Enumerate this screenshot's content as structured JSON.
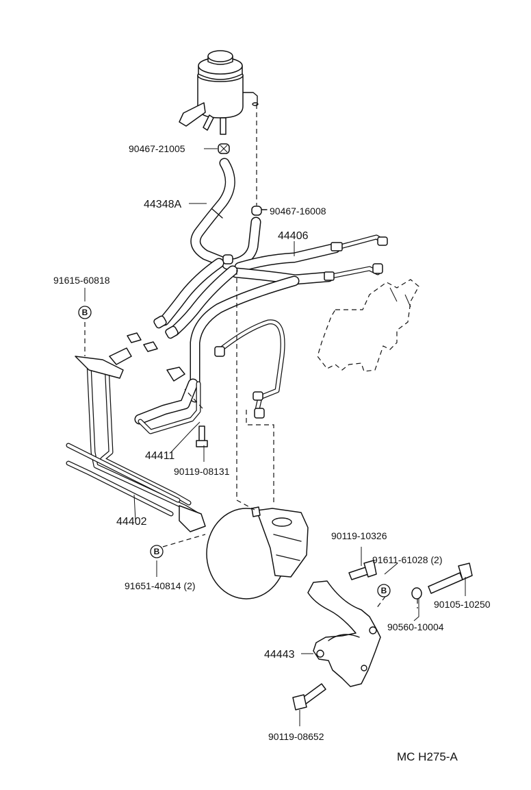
{
  "diagram": {
    "code": "MC H275-A",
    "bolt_mark": "B",
    "labels": {
      "l_90467_21005": "90467-21005",
      "l_44348A": "44348A",
      "l_90467_16008": "90467-16008",
      "l_44406": "44406",
      "l_91615_60818": "91615-60818",
      "l_44411": "44411",
      "l_90119_08131": "90119-08131",
      "l_44402": "44402",
      "l_91651_40814": "91651-40814 (2)",
      "l_90119_10326": "90119-10326",
      "l_91611_61028": "91611-61028 (2)",
      "l_90105_10250": "90105-10250",
      "l_90560_10004": "90560-10004",
      "l_44443": "44443",
      "l_90119_08652": "90119-08652"
    }
  }
}
